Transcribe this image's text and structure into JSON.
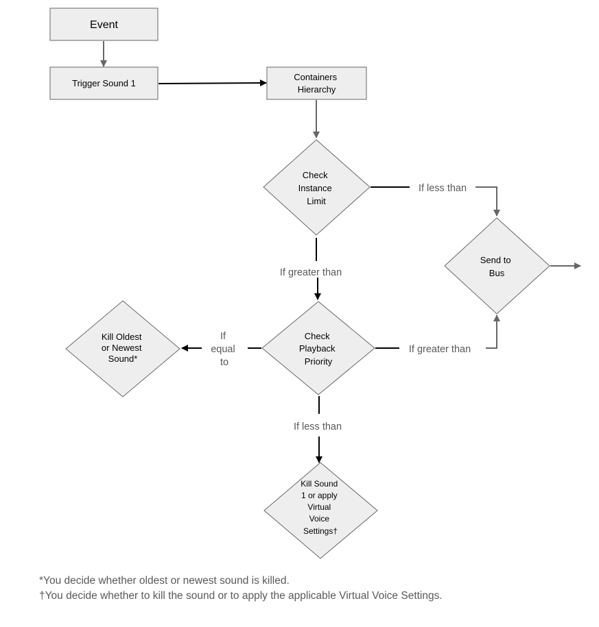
{
  "nodes": {
    "event": {
      "label": "Event"
    },
    "trigger_sound": {
      "label": "Trigger Sound 1"
    },
    "containers_hierarchy": {
      "lines": [
        "Containers",
        "Hierarchy"
      ]
    },
    "check_instance_limit": {
      "lines": [
        "Check",
        "Instance",
        "Limit"
      ]
    },
    "send_to_bus": {
      "lines": [
        "Send to",
        "Bus"
      ]
    },
    "check_playback_priority": {
      "lines": [
        "Check",
        "Playback",
        "Priority"
      ]
    },
    "kill_oldest_newest": {
      "lines": [
        "Kill Oldest",
        "or Newest",
        "Sound*"
      ]
    },
    "kill_sound_or_virtual": {
      "lines": [
        "Kill Sound",
        "1 or apply",
        "Virtual",
        "Voice",
        "Settings†"
      ]
    }
  },
  "edges": {
    "instance_if_less": "If less than",
    "instance_if_greater": "If greater than",
    "priority_if_greater": "If greater than",
    "priority_if_equal": [
      "If",
      "equal",
      "to"
    ],
    "priority_if_less": "If less than"
  },
  "footnotes": [
    "*You decide whether oldest or newest sound is killed.",
    "†You decide whether to kill the sound or to apply the applicable Virtual Voice Settings."
  ],
  "colors": {
    "node_fill": "#eeeeee",
    "node_stroke": "#666666",
    "arrow_dark": "#000000",
    "arrow_gray": "#666666",
    "label_gray": "#595959"
  }
}
